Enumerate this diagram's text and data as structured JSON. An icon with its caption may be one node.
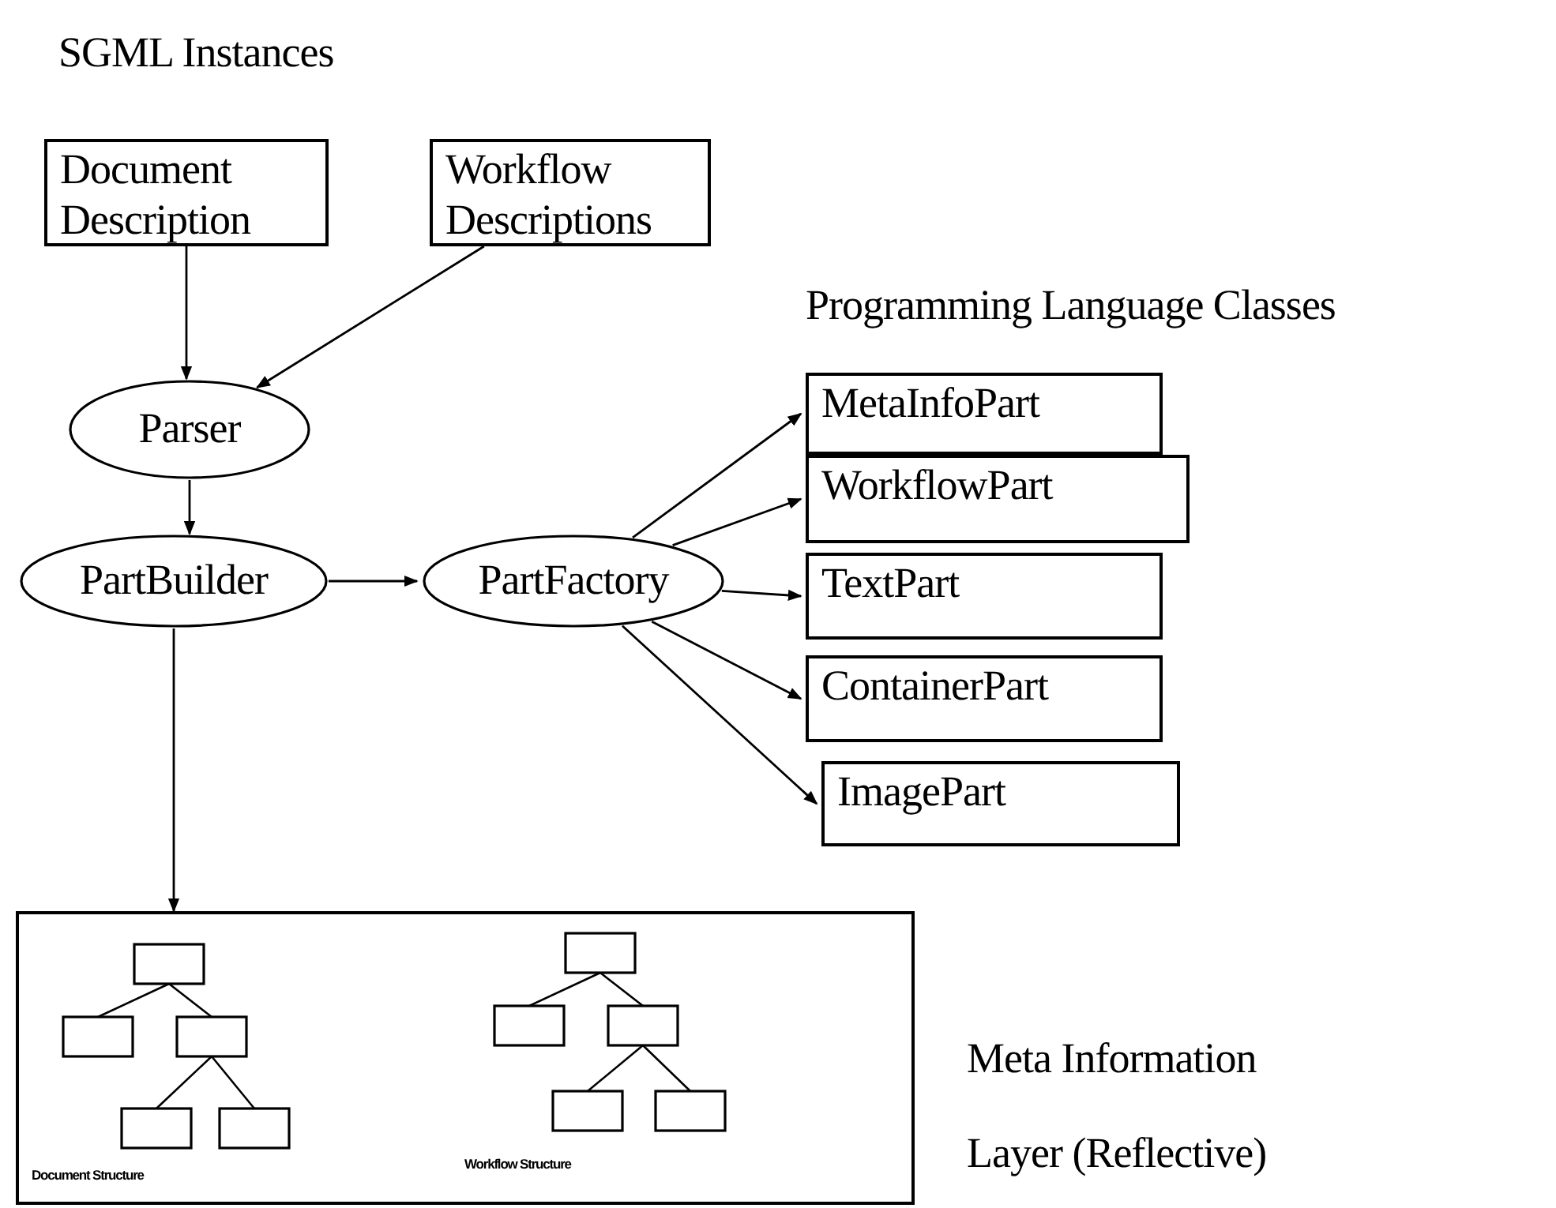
{
  "diagram": {
    "nodes": [
      {
        "text": [
          "Document Description"
        ]
      },
      {
        "text": [
          "Workflow Descriptions"
        ]
      },
      {
        "text": [
          "Parser"
        ]
      },
      {
        "text": [
          "PartBuilder"
        ]
      },
      {
        "text": [
          "PartFactory"
        ]
      },
      {
        "text": [
          "MetaInfoPart"
        ]
      },
      {
        "text": [
          "WorkflowPart"
        ]
      },
      {
        "text": [
          "TextPart"
        ]
      },
      {
        "text": [
          "ContainerPart"
        ]
      },
      {
        "text": [
          "ImagePart"
        ]
      },
      {
        "text": [
          "Document Structure",
          "Workflow Structure"
        ]
      }
    ],
    "edges": [
      {
        "from": 0,
        "to": 2,
        "arrow": "to"
      },
      {
        "from": 1,
        "to": 2,
        "arrow": "to"
      },
      {
        "from": 2,
        "to": 3,
        "arrow": "to"
      },
      {
        "from": 3,
        "to": 4,
        "arrow": "to"
      },
      {
        "from": 4,
        "to": 5,
        "arrow": "to"
      },
      {
        "from": 4,
        "to": 6,
        "arrow": "to"
      },
      {
        "from": 4,
        "to": 7,
        "arrow": "to"
      },
      {
        "from": 4,
        "to": 8,
        "arrow": "to"
      },
      {
        "from": 4,
        "to": 9,
        "arrow": "to"
      },
      {
        "from": 3,
        "to": 10,
        "arrow": "to"
      }
    ],
    "labels": [
      "SGML Instances",
      "Programming Language Classes",
      "Meta Information Layer (Reflective)"
    ]
  }
}
